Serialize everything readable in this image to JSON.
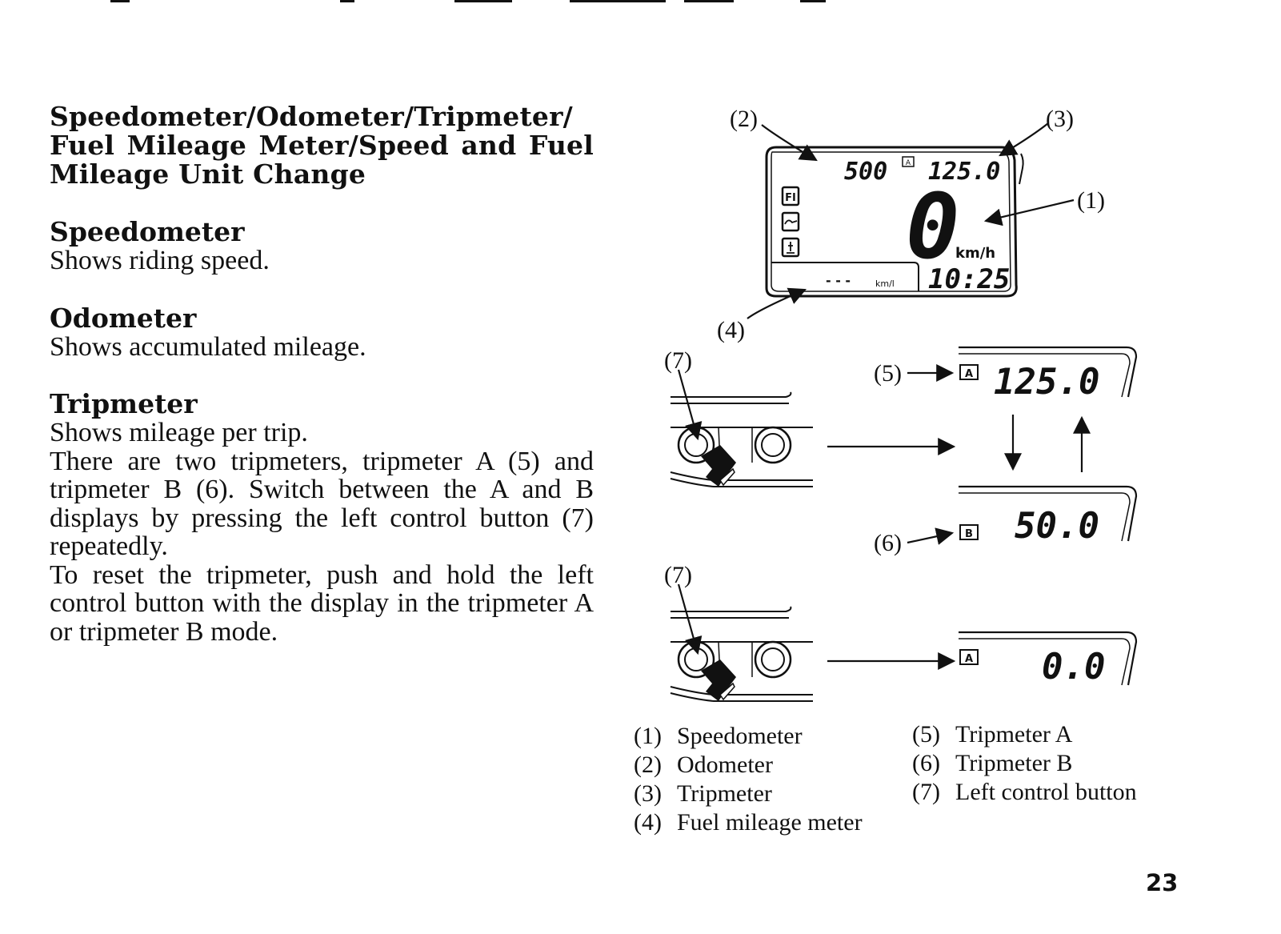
{
  "title": "Speedometer/Odometer/Tripmeter/ Fuel Mileage Meter/Speed and Fuel Mileage Unit Change",
  "sections": [
    {
      "heading": "Speedometer",
      "body": "Shows riding speed."
    },
    {
      "heading": "Odometer",
      "body": "Shows accumulated mileage."
    },
    {
      "heading": "Tripmeter",
      "body": "Shows mileage per trip.",
      "body2": "There are two tripmeters, tripmeter A (5) and tripmeter B (6). Switch between the A and B displays by pressing the left control button (7) repeatedly.",
      "body3": "To reset the tripmeter, push and hold the left control button with the display in the tripmeter A or tripmeter B mode."
    }
  ],
  "figure": {
    "callouts": {
      "c1": "(1)",
      "c2": "(2)",
      "c3": "(3)",
      "c4": "(4)",
      "c5": "(5)",
      "c6": "(6)",
      "c7": "(7)"
    },
    "display": {
      "odometer": "500",
      "tripmeter": "125.0",
      "speed": "0",
      "speed_unit": "km/h",
      "clock": "10:25",
      "fuel_mileage": "- - -",
      "fuel_unit": "km/l",
      "fi_label": "FI"
    },
    "trip_panels": {
      "a": {
        "badge": "A",
        "value": "125.0"
      },
      "b": {
        "badge": "B",
        "value": "50.0"
      },
      "reset": {
        "badge": "A",
        "value": "0.0"
      }
    }
  },
  "legend": {
    "left": [
      {
        "num": "(1)",
        "label": "Speedometer"
      },
      {
        "num": "(2)",
        "label": "Odometer"
      },
      {
        "num": "(3)",
        "label": "Tripmeter"
      },
      {
        "num": "(4)",
        "label": "Fuel mileage meter"
      }
    ],
    "right": [
      {
        "num": "(5)",
        "label": "Tripmeter A"
      },
      {
        "num": "(6)",
        "label": "Tripmeter B"
      },
      {
        "num": "(7)",
        "label": "Left control button"
      }
    ]
  },
  "page_number": "23"
}
